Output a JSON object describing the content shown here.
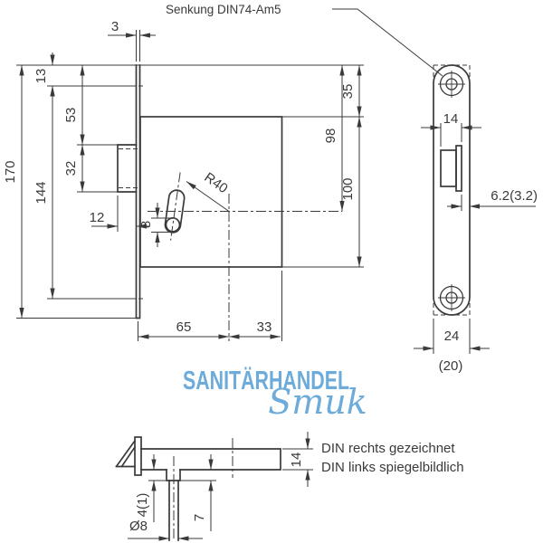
{
  "colors": {
    "line": "#3a3a3a",
    "watermark": "#6cabda"
  },
  "callout": {
    "text": "Senkung DIN74-Am5"
  },
  "watermark": {
    "line1": "SANITÄRHANDEL",
    "line2": "Smuk"
  },
  "main_view": {
    "dim_plate_thickness": "3",
    "dim_top_to_hole": "13",
    "dim_53": "53",
    "dim_32": "32",
    "dim_hole_spacing": "144",
    "dim_plate_length": "170",
    "dim_12": "12",
    "dim_keyhole_dia": "8",
    "dim_radius": "R40",
    "dim_35": "35",
    "dim_98": "98",
    "dim_case_height": "100",
    "dim_65": "65",
    "dim_33": "33"
  },
  "face_view": {
    "dim_latch_width": "14",
    "dim_protrusion": "6.2(3.2)",
    "dim_plate_width": "24",
    "dim_plate_width_alt": "(20)"
  },
  "detail_view": {
    "dim_bar_height": "14",
    "dim_notch": "4(1)",
    "dim_7": "7",
    "dim_spindle_dia": "Ø8",
    "note1": "DIN rechts gezeichnet",
    "note2": "DIN links spiegelbildlich"
  }
}
